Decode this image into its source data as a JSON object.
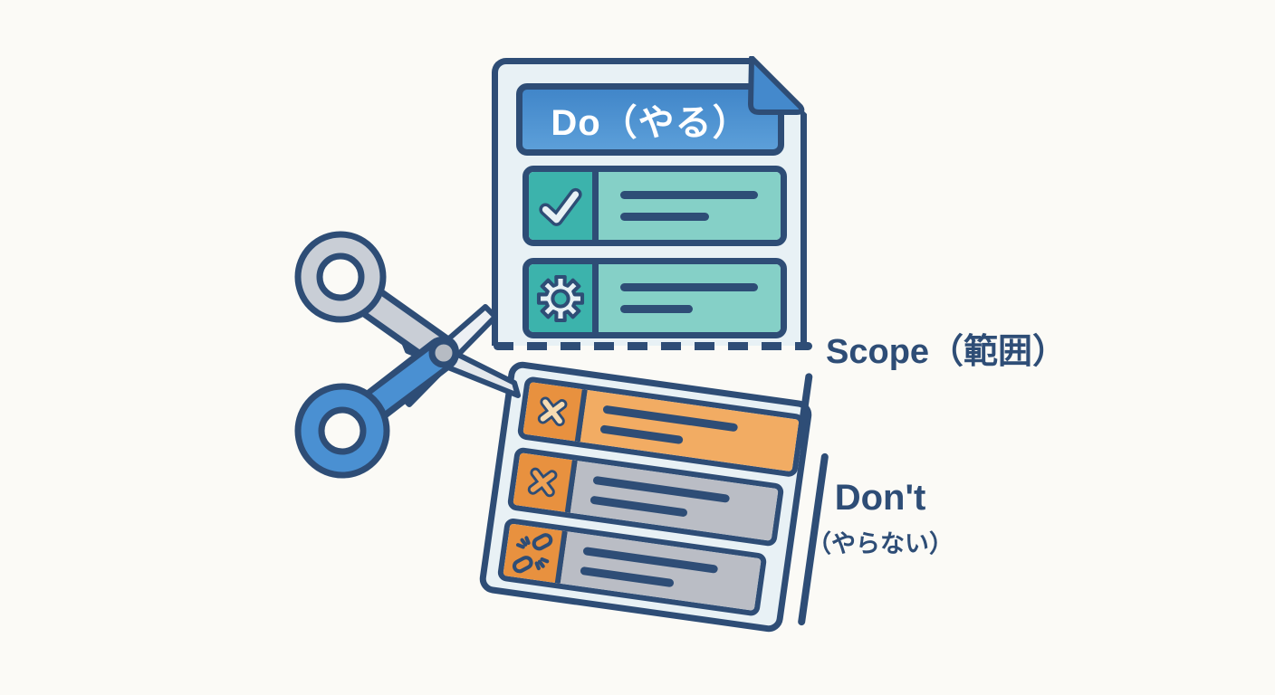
{
  "diagram": {
    "type": "scope-illustration",
    "do_card": {
      "title": "Do（やる）",
      "rows": [
        {
          "icon": "check-icon",
          "placeholder_lines": 2
        },
        {
          "icon": "gear-icon",
          "placeholder_lines": 2
        }
      ]
    },
    "cut_line": {
      "label": "Scope（範囲）",
      "style": "dashed"
    },
    "dont_card": {
      "label_line1": "Don't",
      "label_line2": "（やらない）",
      "rows": [
        {
          "icon": "x-icon",
          "placeholder_lines": 2
        },
        {
          "icon": "x-icon",
          "placeholder_lines": 2
        },
        {
          "icon": "broken-link-icon",
          "placeholder_lines": 2
        }
      ]
    },
    "scissors": {
      "icon": "scissors-icon",
      "top_handle_color": "#C9CED6",
      "bottom_handle_color": "#4A90D2"
    },
    "colors": {
      "canvas_bg": "#FBFAF6",
      "outline_navy": "#2E4D76",
      "sheet_bg": "#E8F1F5",
      "header_blue": "#4A90D2",
      "teal_dark": "#3CB3AC",
      "teal_light": "#85D0C7",
      "orange_dark": "#E8913F",
      "orange_light": "#F2AC63",
      "gray_cell": "#BABDC5",
      "cream_x": "#F6DCB3",
      "label_text": "#2E4D76",
      "title_text": "#FFFFFF"
    }
  }
}
